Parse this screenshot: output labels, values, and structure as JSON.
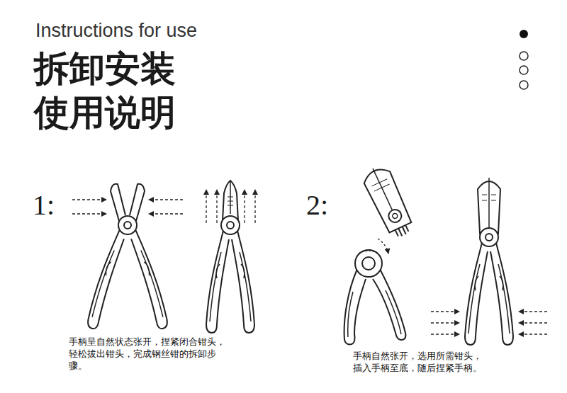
{
  "diagram": {
    "title": "拆卸安装 使用说明",
    "labels": [
      "Instructions for use",
      "1:",
      "2:",
      "手柄呈自然状态张开，捏紧闭合钳头， 轻松拔出钳头，完成钢丝钳的拆卸步骤。",
      "手柄自然张开，选用所需钳头， 插入手柄至底，随后捏紧手柄。"
    ]
  }
}
